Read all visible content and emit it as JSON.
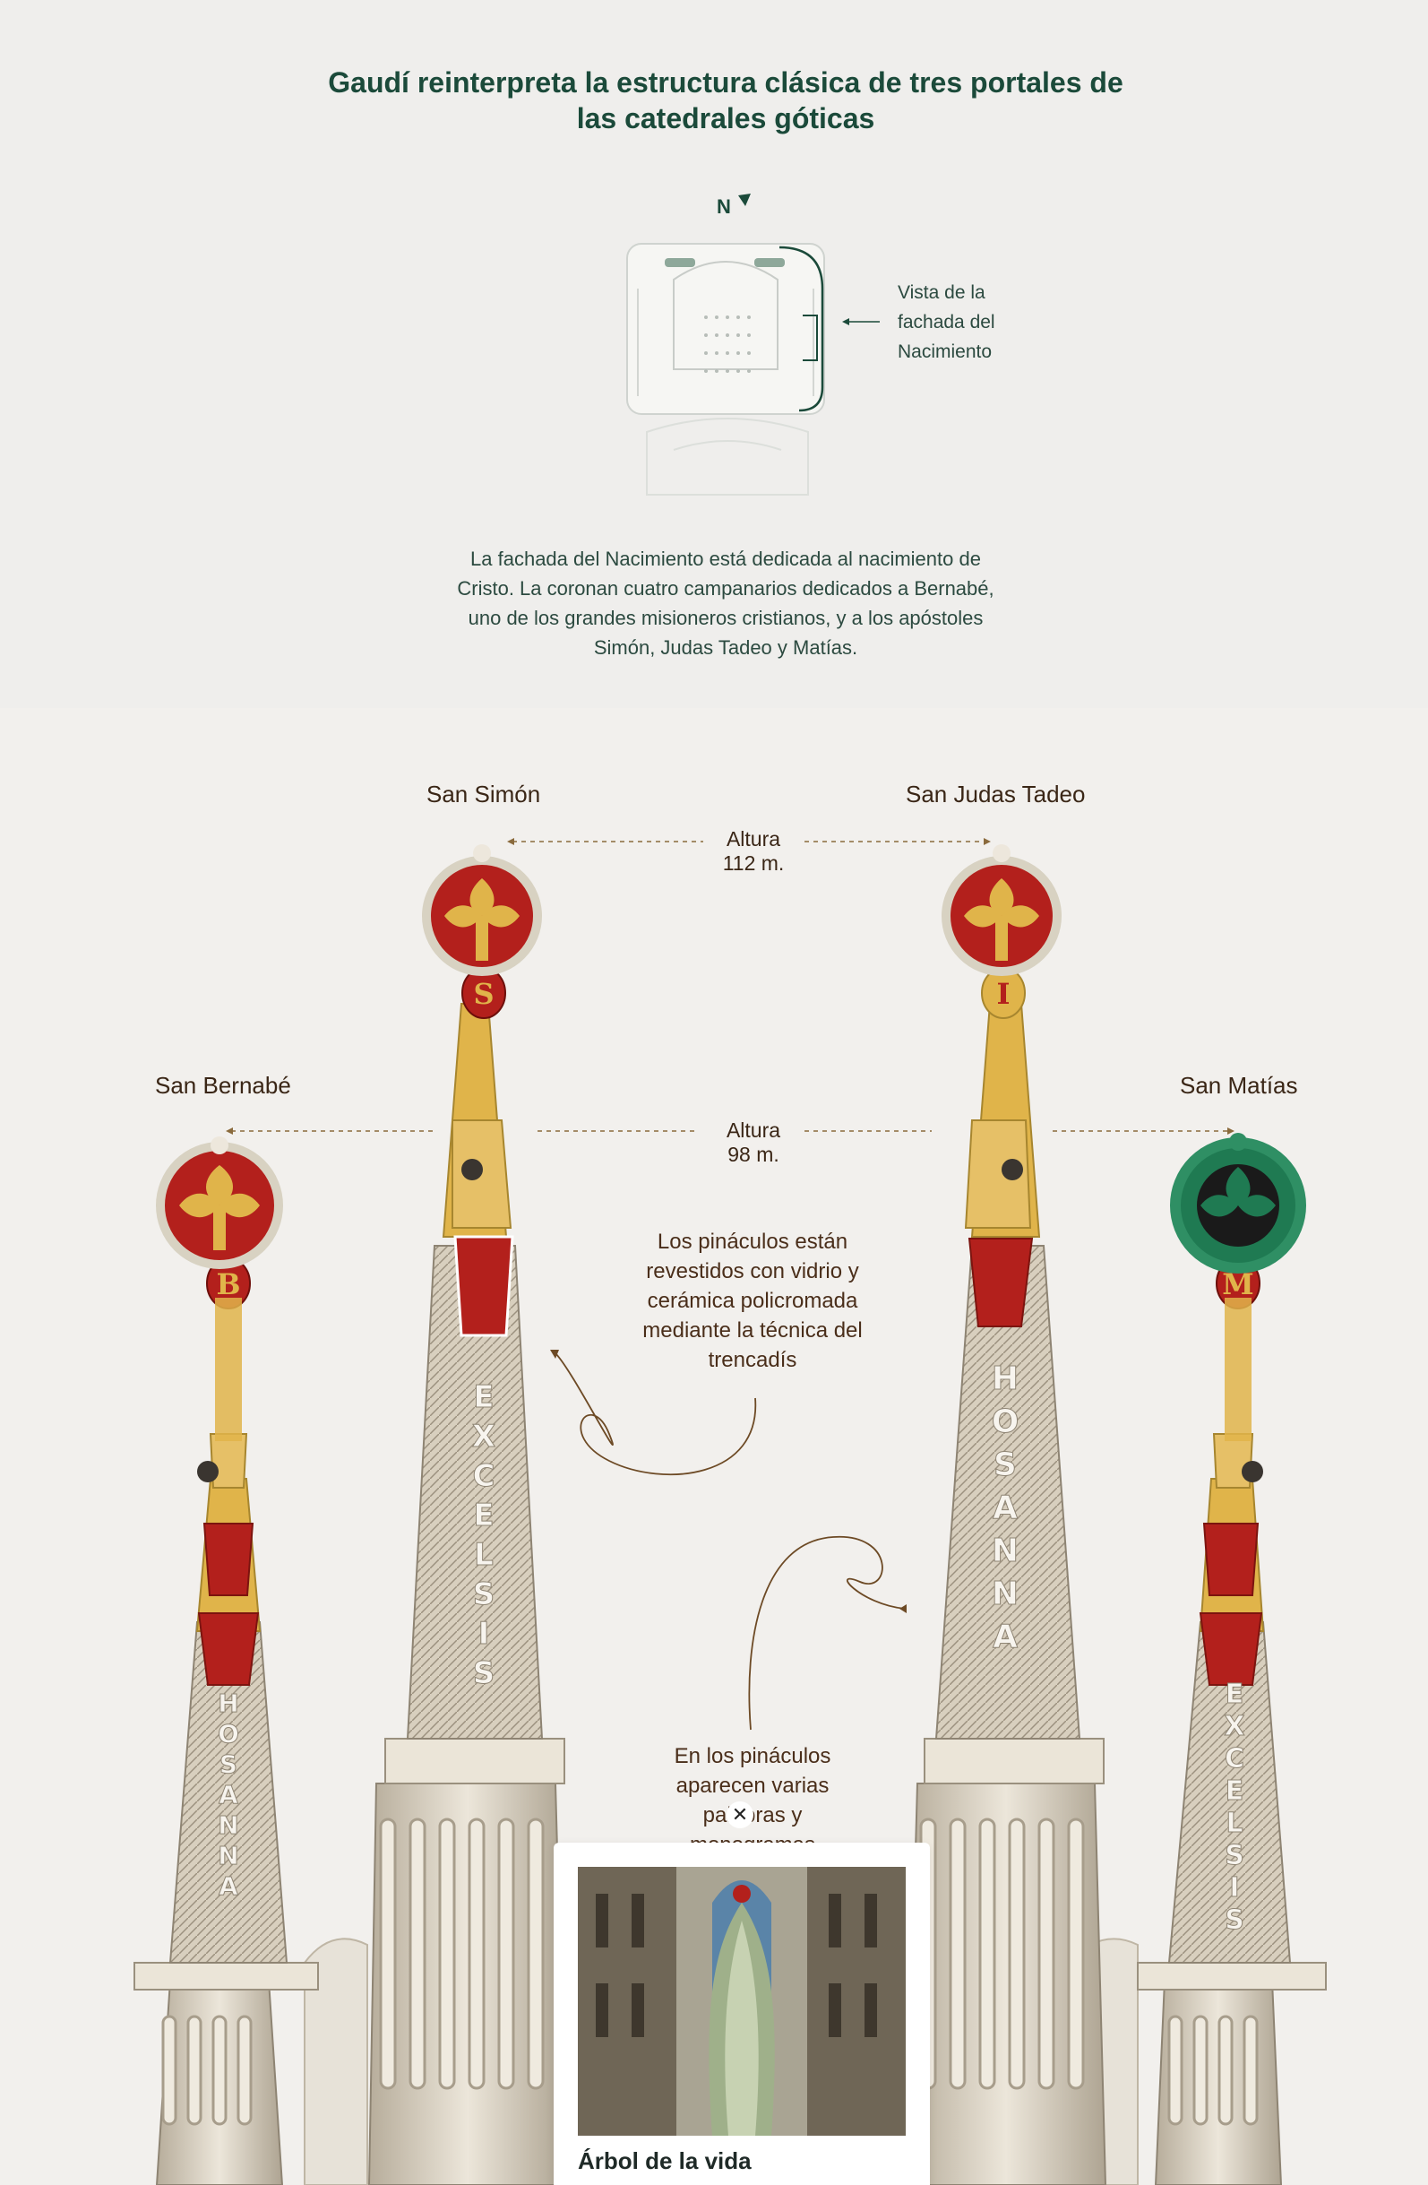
{
  "header": {
    "title_line1": "Gaudí reinterpreta la estructura clásica de tres portales de",
    "title_line2": "las catedrales góticas"
  },
  "plan": {
    "compass": "N",
    "view_label": [
      "Vista de la",
      "fachada del",
      "Nacimiento"
    ]
  },
  "intro": [
    "La fachada del Nacimiento está dedicada al nacimiento de",
    "Cristo. La coronan cuatro campanarios dedicados a Bernabé,",
    "uno de los grandes misioneros cristianos, y a los apóstoles",
    "Simón, Judas Tadeo y Matías."
  ],
  "towers": {
    "simon": "San Simón",
    "judas": "San Judas Tadeo",
    "bernabe": "San Bernabé",
    "matias": "San Matías"
  },
  "heights": {
    "tall": [
      "Altura",
      "112 m."
    ],
    "short": [
      "Altura",
      "98 m."
    ]
  },
  "annotations": {
    "trencadis": [
      "Los pináculos están",
      "revestidos con vidrio y",
      "cerámica policromada",
      "mediante la técnica del",
      "trencadís"
    ],
    "palabras": [
      "En los pináculos",
      "aparecen varias",
      "palabras y",
      "monogramas"
    ]
  },
  "spire_words": {
    "simon": "EXCELSIS",
    "judas": "HOSANNA",
    "bernabe": "HOSANNA",
    "matias": "EXCELSIS"
  },
  "crown_letters": {
    "simon": "S",
    "judas": "I",
    "bernabe": "B",
    "matias": "M"
  },
  "popup": {
    "title": "Árbol de la vida",
    "close_icon": "close-icon"
  },
  "colors": {
    "title": "#1b4a3a",
    "red": "#b3201c",
    "gold": "#e0b44a",
    "green": "#1f7a52",
    "stone": "#d9d2c4"
  }
}
